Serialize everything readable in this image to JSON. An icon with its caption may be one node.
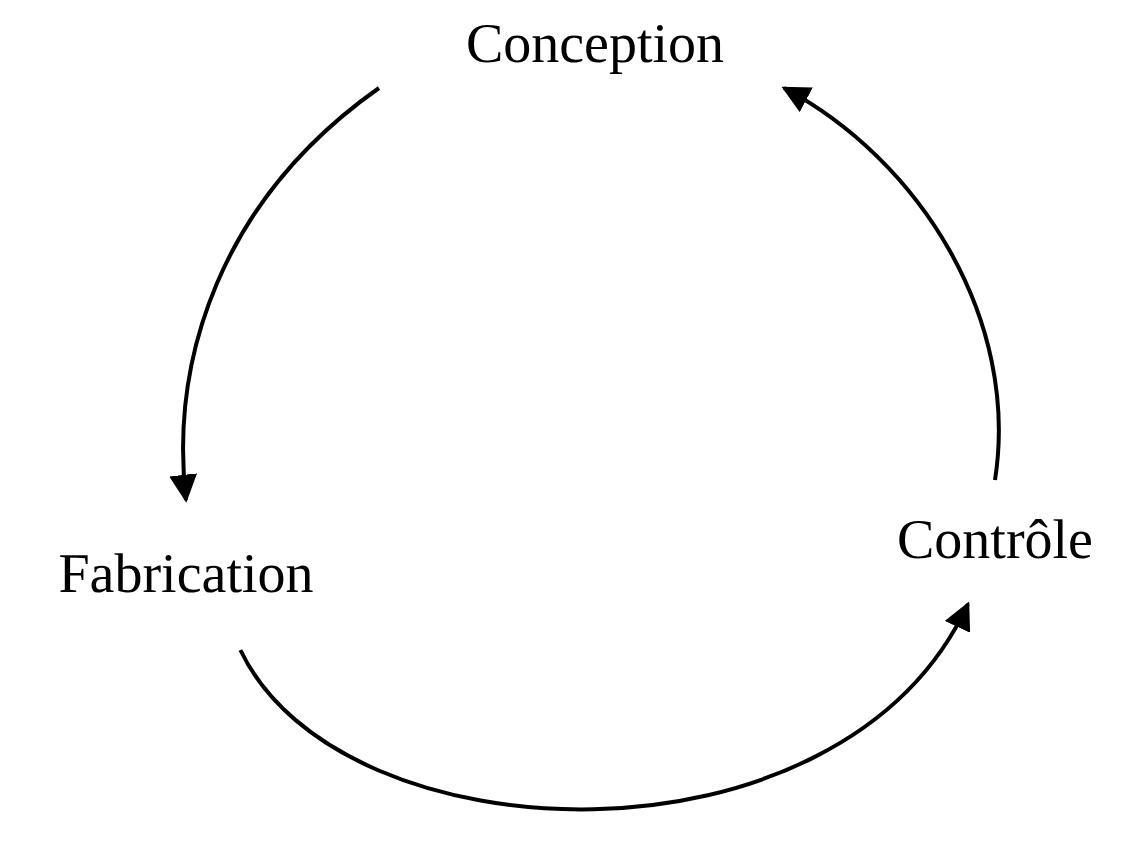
{
  "diagram": {
    "nodes": [
      {
        "text": [
          "Conception"
        ]
      },
      {
        "text": [
          "Fabrication"
        ]
      },
      {
        "text": [
          "Contrôle"
        ]
      }
    ],
    "edges": [
      {
        "from": 0,
        "to": 1,
        "arrow": "to"
      },
      {
        "from": 1,
        "to": 2,
        "arrow": "to"
      },
      {
        "from": 2,
        "to": 0,
        "arrow": "to"
      }
    ]
  }
}
